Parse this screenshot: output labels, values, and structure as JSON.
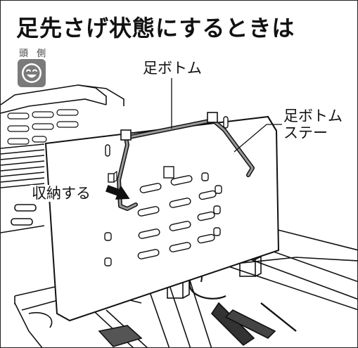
{
  "title": "足先さげ状態にするときは",
  "head_side_label": "頭 側",
  "labels": {
    "foot_board": "足ボトム",
    "foot_board_stay_line1": "足ボトム",
    "foot_board_stay_line2": "ステー",
    "store": "収納する"
  },
  "icons": {
    "head_side": "smiley-face-icon",
    "arrow": "black-arrow-icon"
  },
  "colors": {
    "line": "#111111",
    "icon_fill": "#7a7a7a",
    "stay_metal": "#8a8a8a"
  }
}
